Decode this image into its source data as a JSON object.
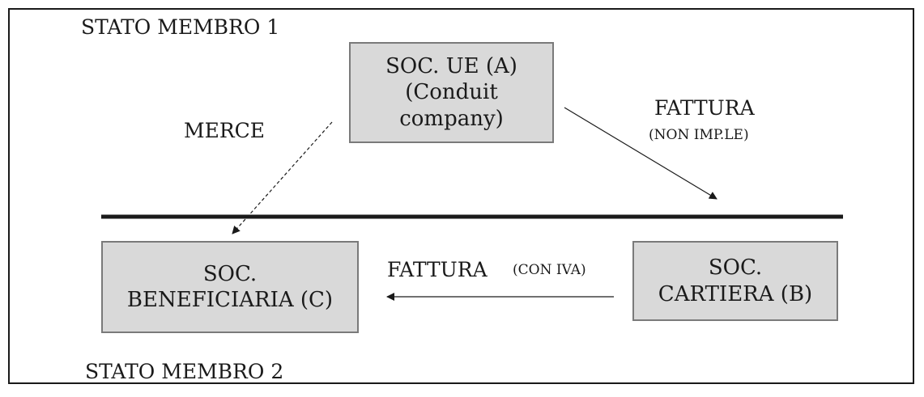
{
  "regions": {
    "member_state_1": "STATO MEMBRO 1",
    "member_state_2": "STATO MEMBRO 2"
  },
  "entities": {
    "eu_company": {
      "line1": "SOC. UE (A)",
      "line2": "(Conduit",
      "line3": "company)"
    },
    "beneficiary": {
      "line1": "SOC.",
      "line2": "BENEFICIARIA (C)"
    },
    "paper_mill": {
      "line1": "SOC.",
      "line2": "CARTIERA (B)"
    }
  },
  "flows": {
    "goods": {
      "label": "MERCE"
    },
    "invoice_no_tax": {
      "label": "FATTURA",
      "note": "(NON IMP.LE)"
    },
    "invoice_with_vat": {
      "label": "FATTURA",
      "note": "(CON IVA)"
    }
  }
}
